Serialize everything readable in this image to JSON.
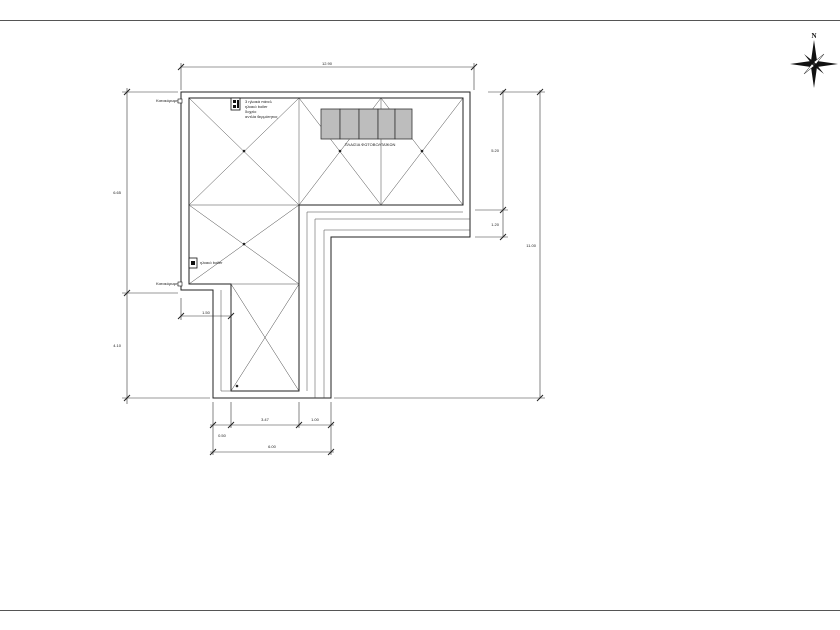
{
  "plan": {
    "dimensions": {
      "top_width": "12.90",
      "right_upper": "5.20",
      "right_mid": "1.20",
      "right_total": "11.00",
      "left_upper": "6.65",
      "left_lower": "4.10",
      "inner_step": "1.50",
      "bottom_a": "0.50",
      "bottom_b": "3.47",
      "bottom_c": "1.00",
      "bottom_total": "6.00"
    },
    "labels": {
      "downspout_top": "Κατακόρυφη",
      "downspout_bottom": "Κατακόρυφη",
      "notes_line1": "3 ηλιακά πάνελ",
      "notes_line2": "ηλιακό boiler",
      "notes_line3": "δοχείο",
      "notes_line4": "αντλία θερμότητας",
      "solar_caption": "ΠΛΑΙΣΙΑ ΦΩΤΟΒΟΛΤΑΪΚΩΝ",
      "small_box_label": "ηλιακό boiler"
    },
    "compass": {
      "north_letter": "N"
    },
    "colors": {
      "line": "#222222",
      "panel_fill": "#bdbdbd",
      "frame": "#555555"
    }
  }
}
